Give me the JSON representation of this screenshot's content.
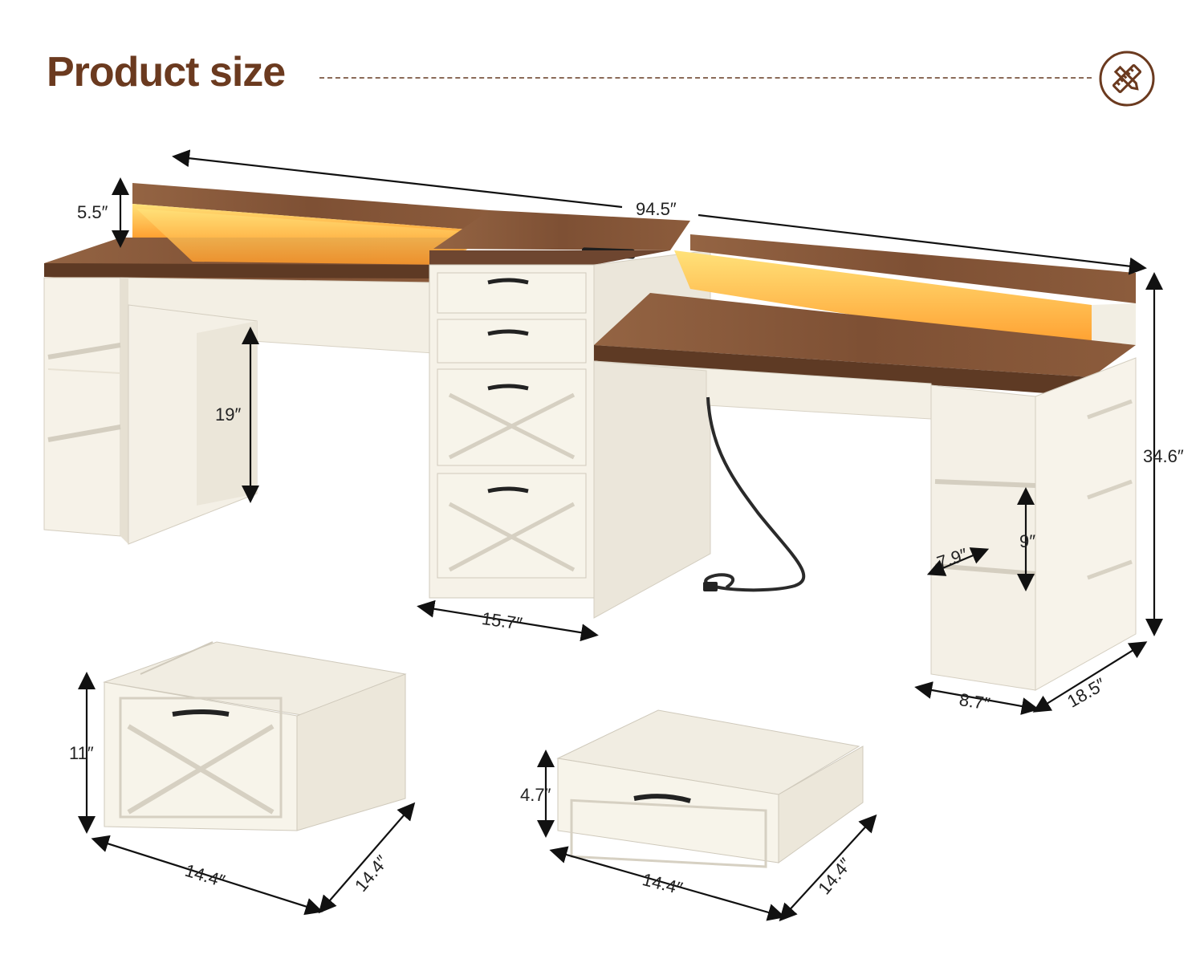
{
  "header": {
    "title": "Product size",
    "logo_icon": "pencil-ruler-icon"
  },
  "colors": {
    "brand_brown": "#6b3a1f",
    "wood_top": "#8a5a3a",
    "cabinet_white": "#f4f0e6",
    "led_glow": "#ffb23a"
  },
  "dimensions": {
    "total_length": "94.5″",
    "riser_height": "5.5″",
    "knee_height": "19″",
    "total_height": "34.6″",
    "drawer_cabinet_width": "15.7″",
    "shelf_height": "9″",
    "shelf_depth": "7.9″",
    "side_cabinet_width": "8.7″",
    "desk_depth": "18.5″",
    "file_drawer_height": "11″",
    "file_drawer_width": "14.4″",
    "file_drawer_depth": "14.4″",
    "small_drawer_height": "4.7″",
    "small_drawer_width": "14.4″",
    "small_drawer_depth": "14.4″"
  }
}
